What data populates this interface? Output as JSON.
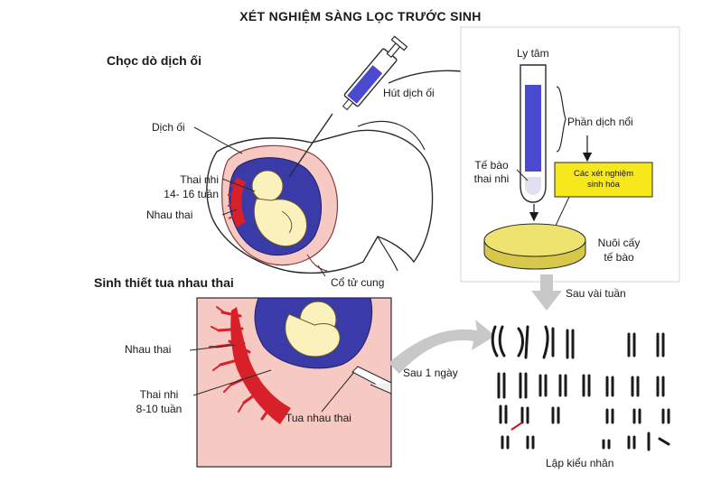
{
  "title": "XÉT NGHIỆM SÀNG LỌC TRƯỚC SINH",
  "amniocentesis": {
    "heading": "Chọc dò dịch ối",
    "label_suction": "Hút dịch ối",
    "label_fluid": "Dịch ối",
    "label_fetus_line1": "Thai nhi",
    "label_fetus_line2": "14- 16 tuần",
    "label_placenta": "Nhau thai",
    "label_cervix": "Cổ tử cung"
  },
  "lab": {
    "label_centrifuge": "Ly tâm",
    "label_supernatant": "Phần dịch nổi",
    "label_fetal_cells_line1": "Tế bào",
    "label_fetal_cells_line2": "thai nhi",
    "box_line1": "Các xét nghiệm",
    "box_line2": "sinh hóa",
    "label_culture_line1": "Nuôi cấy",
    "label_culture_line2": "tế bào",
    "label_after_weeks": "Sau vài tuần"
  },
  "cvs": {
    "heading": "Sinh thiết tua nhau thai",
    "label_placenta": "Nhau thai",
    "label_fetus_line1": "Thai nhi",
    "label_fetus_line2": "8-10 tuần",
    "label_villi": "Tua nhau thai",
    "label_after_day": "Sau 1 ngày"
  },
  "karyotype": {
    "label": "Lập kiểu nhân"
  },
  "colors": {
    "fetus_sac": "#3a3aa8",
    "fetus_body": "#fbf1bc",
    "placenta": "#d8202a",
    "uterus_pink": "#f7c9c3",
    "syringe_blue": "#4a4ad0",
    "box_yellow": "#f6e81a",
    "petri": "#efe370",
    "arrow_gray": "#c8c8c8"
  },
  "icons": [
    "syringe-icon",
    "test-tube-icon",
    "petri-dish-icon"
  ]
}
